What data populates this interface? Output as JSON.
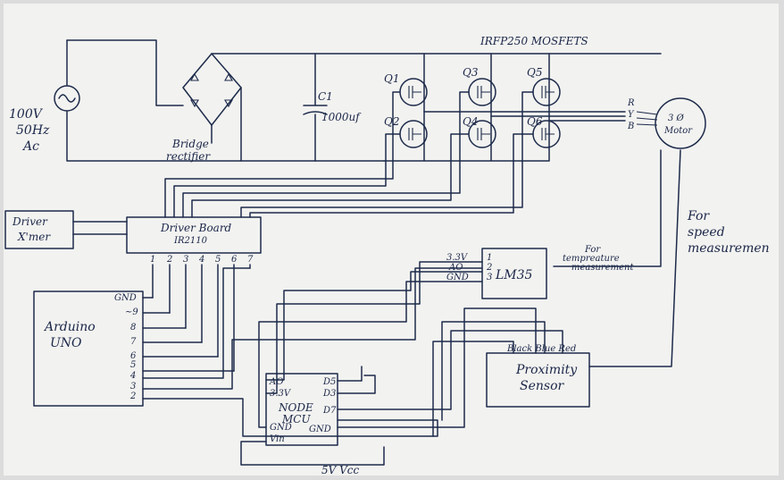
{
  "diagram": {
    "title": "IRFP250 MOSFETS",
    "ac_source": {
      "line1": "100V",
      "line2": "50Hz",
      "line3": "Ac"
    },
    "bridge": {
      "line1": "Bridge",
      "line2": "rectifier"
    },
    "capacitor": {
      "name": "C1",
      "value": "1000uf"
    },
    "mosfets": [
      "Q1",
      "Q2",
      "Q3",
      "Q4",
      "Q5",
      "Q6"
    ],
    "phases": [
      "R",
      "Y",
      "B"
    ],
    "motor": {
      "line1": "3 Ø",
      "line2": "Motor"
    },
    "driver_xmer": {
      "line1": "Driver",
      "line2": "X'mer"
    },
    "driver_board": {
      "line1": "Driver Board",
      "line2": "IR2110",
      "pins": [
        "1",
        "2",
        "3",
        "4",
        "5",
        "6",
        "7"
      ]
    },
    "arduino": {
      "line1": "Arduino",
      "line2": "UNO",
      "pins": [
        "GND",
        "~9",
        "8",
        "7",
        "6",
        "5",
        "4",
        "3",
        "2"
      ]
    },
    "lm35": {
      "name": "LM35",
      "pins": [
        "3.3V",
        "AO",
        "GND"
      ],
      "pin_numbers": [
        "1",
        "2",
        "3"
      ]
    },
    "temp_label": {
      "line1": "For",
      "line2": "tempreature",
      "line3": "measurement"
    },
    "speed_label": {
      "line1": "For",
      "line2": "speed",
      "line3": "measuremen"
    },
    "nodemcu": {
      "line1": "NODE",
      "line2": "MCU",
      "left_pins": [
        "AO",
        "3.3V",
        "GND",
        "Vin"
      ],
      "right_pins": [
        "D5",
        "D3",
        "D7",
        "GND"
      ]
    },
    "proximity": {
      "wires": "Black Blue Red",
      "line1": "Proximity",
      "line2": "Sensor"
    },
    "supply": "5V Vcc"
  }
}
